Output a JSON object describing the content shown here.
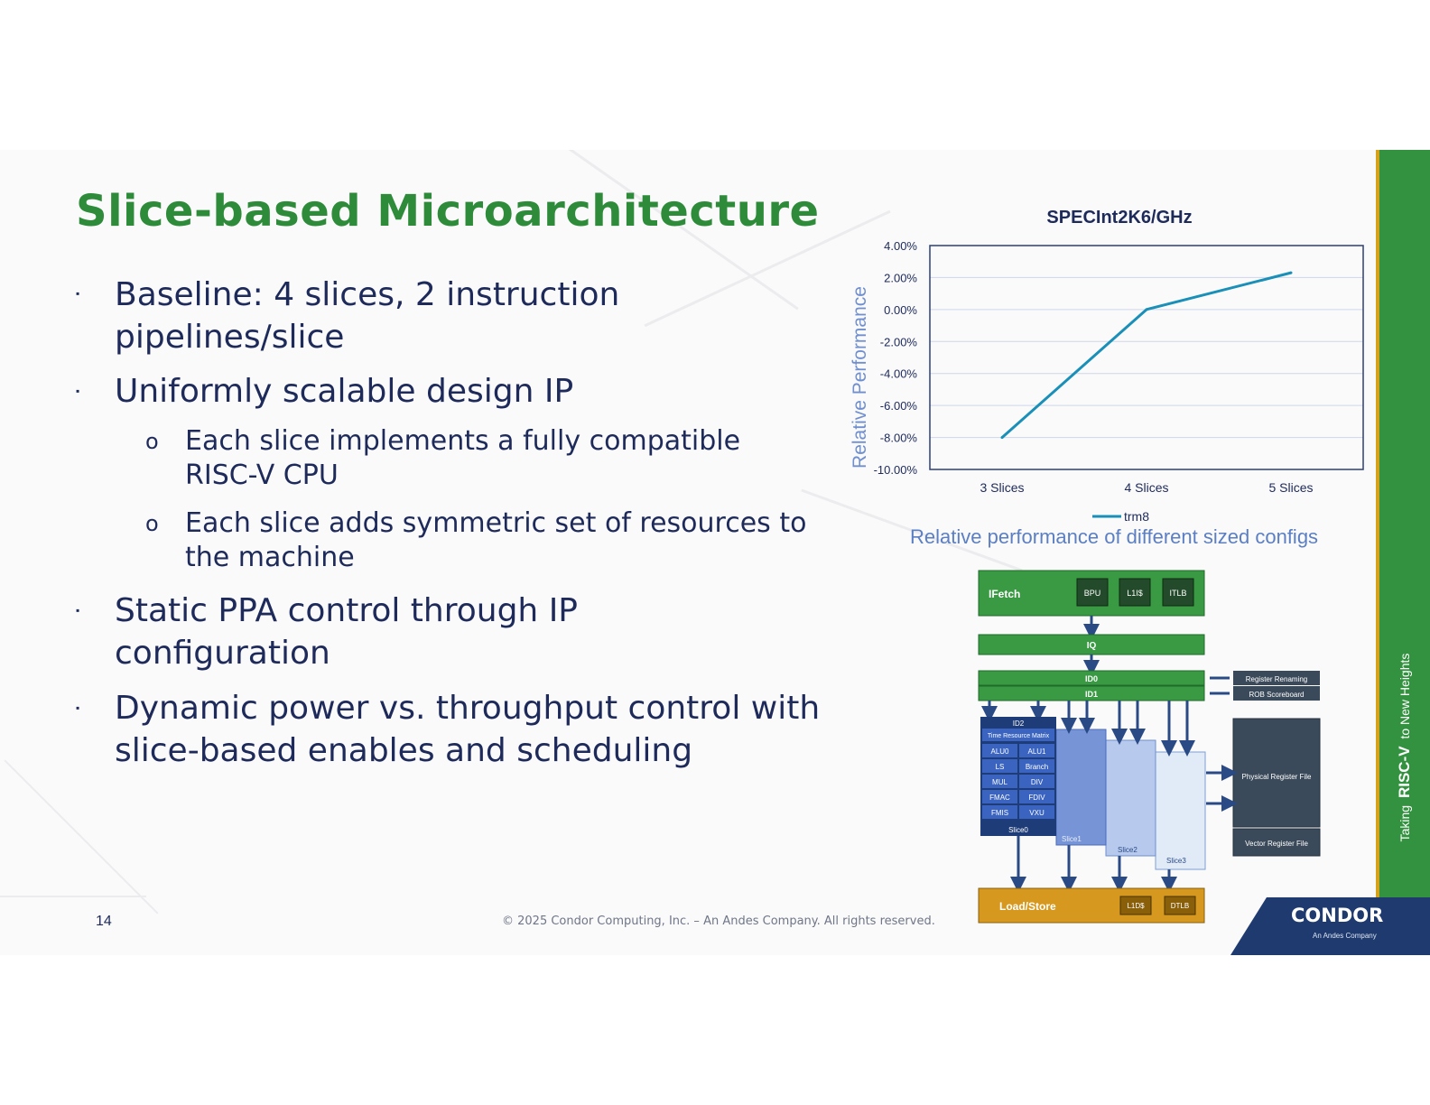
{
  "slide": {
    "title": "Slice-based Microarchitecture",
    "bullets": [
      {
        "marker": "▪",
        "text": "Baseline: 4 slices, 2 instruction pipelines/slice"
      },
      {
        "marker": "▪",
        "text": "Uniformly scalable design IP"
      },
      {
        "marker": "▪",
        "text": "Static PPA control through IP configuration"
      },
      {
        "marker": "▪",
        "text": "Dynamic power vs. throughput control with slice-based enables and scheduling"
      }
    ],
    "sub_bullets": [
      {
        "marker": "o",
        "text": "Each slice implements a fully compatible RISC-V CPU"
      },
      {
        "marker": "o",
        "text": "Each slice adds symmetric set of resources to the machine"
      }
    ],
    "page_number": "14",
    "copyright": "© 2025 Condor Computing, Inc. – An Andes Company. All rights reserved.",
    "caption": "Relative performance of different sized configs",
    "tagline": {
      "pre": "Taking",
      "brand": "RISC-V",
      "post": "to New Heights"
    },
    "logo": {
      "name": "CONDOR",
      "sub": "An Andes Company"
    }
  },
  "chart_data": {
    "type": "line",
    "title": "SPECInt2K6/GHz",
    "ylabel": "Relative Performance",
    "xlabel": "",
    "categories": [
      "3 Slices",
      "4 Slices",
      "5 Slices"
    ],
    "series": [
      {
        "name": "trm8",
        "values": [
          -8.0,
          0.0,
          2.3
        ]
      }
    ],
    "yticks": [
      "4.00%",
      "2.00%",
      "0.00%",
      "-2.00%",
      "-4.00%",
      "-6.00%",
      "-8.00%",
      "-10.00%"
    ],
    "ylim": [
      -10,
      4
    ],
    "grid": true,
    "legend": "bottom",
    "colors": {
      "series": "#1a8fb8",
      "axis_label": "#6f8fcf",
      "title": "#1d2a5a"
    }
  },
  "diagram": {
    "ifetch": {
      "label": "IFetch",
      "units": [
        "BPU",
        "L1I$",
        "ITLB"
      ]
    },
    "iq": "IQ",
    "id0": "ID0",
    "id1": "ID1",
    "side_top": [
      "Register Renaming",
      "ROB Scoreboard"
    ],
    "slice0": {
      "header": "ID2",
      "matrix": "Time Resource Matrix",
      "units": [
        "ALU0",
        "ALU1",
        "LS",
        "Branch",
        "MUL",
        "DIV",
        "FMAC",
        "FDIV",
        "FMIS",
        "VXU"
      ],
      "label": "Slice0"
    },
    "slices": [
      "Slice1",
      "Slice2",
      "Slice3"
    ],
    "regfiles": [
      "Physical Register File",
      "Vector Register File"
    ],
    "loadstore": {
      "label": "Load/Store",
      "units": [
        "L1D$",
        "DTLB"
      ]
    },
    "colors": {
      "green": "#3a9a44",
      "gold": "#d6981e",
      "navy": "#2a4a86",
      "dark": "#3b4a5a"
    }
  }
}
